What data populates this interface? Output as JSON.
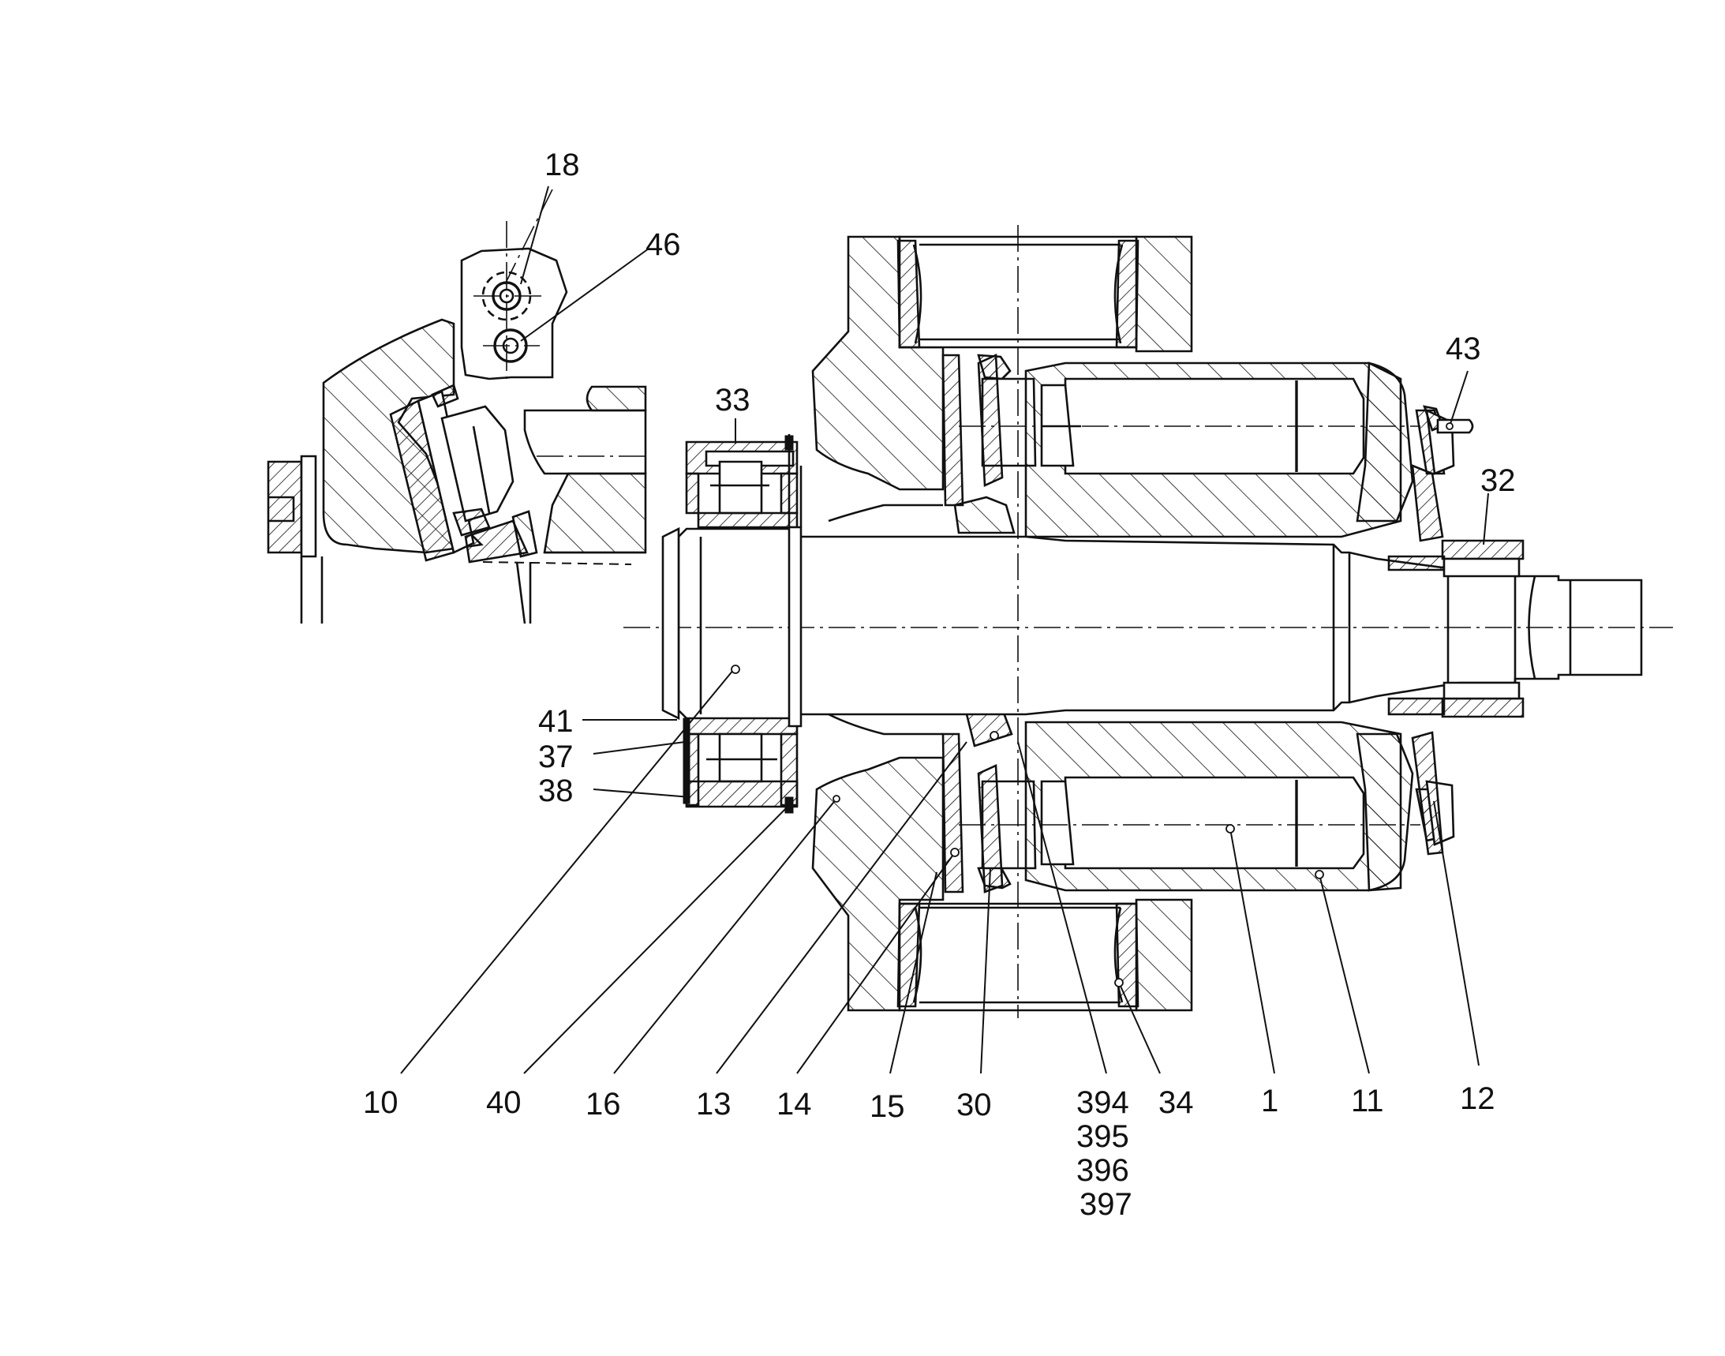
{
  "labels": {
    "n1": "1",
    "n10": "10",
    "n11": "11",
    "n12": "12",
    "n13": "13",
    "n14": "14",
    "n15": "15",
    "n16": "16",
    "n18": "18",
    "n30": "30",
    "n32": "32",
    "n33": "33",
    "n34": "34",
    "n37": "37",
    "n38": "38",
    "n40": "40",
    "n41": "41",
    "n43": "43",
    "n46": "46",
    "n394": "394",
    "n395": "395",
    "n396": "396",
    "n397": "397"
  }
}
